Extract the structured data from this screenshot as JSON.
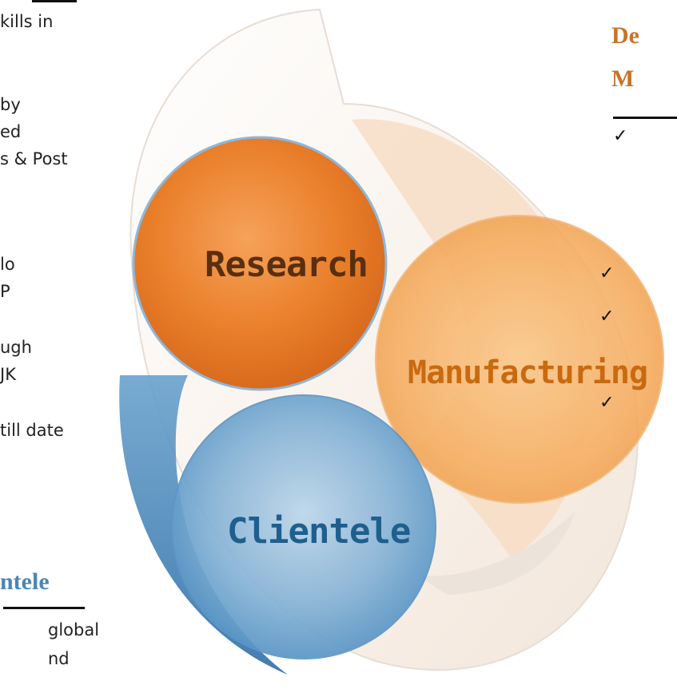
{
  "left_text": {
    "lines": [
      "kills in",
      "by",
      "ed",
      "s & Post",
      "lo",
      "P",
      "ugh",
      "JK",
      "till date"
    ],
    "clientele_heading": "ntele",
    "bottom_lines": [
      "global",
      "nd"
    ]
  },
  "right_text": {
    "heading_line1": "De",
    "heading_line2": "M",
    "checkmarks": [
      "✓",
      "✓",
      "✓",
      "✓"
    ]
  },
  "diagram": {
    "research_label": "Research",
    "manufacturing_label": "Manufacturing",
    "clientele_label": "Clientele"
  },
  "colors": {
    "orange_heading": "#c9742a",
    "blue_heading": "#4a86b6",
    "research_text": "#5a2f10",
    "manufacturing_text": "#c96a10",
    "clientele_text": "#1f5f8e"
  }
}
